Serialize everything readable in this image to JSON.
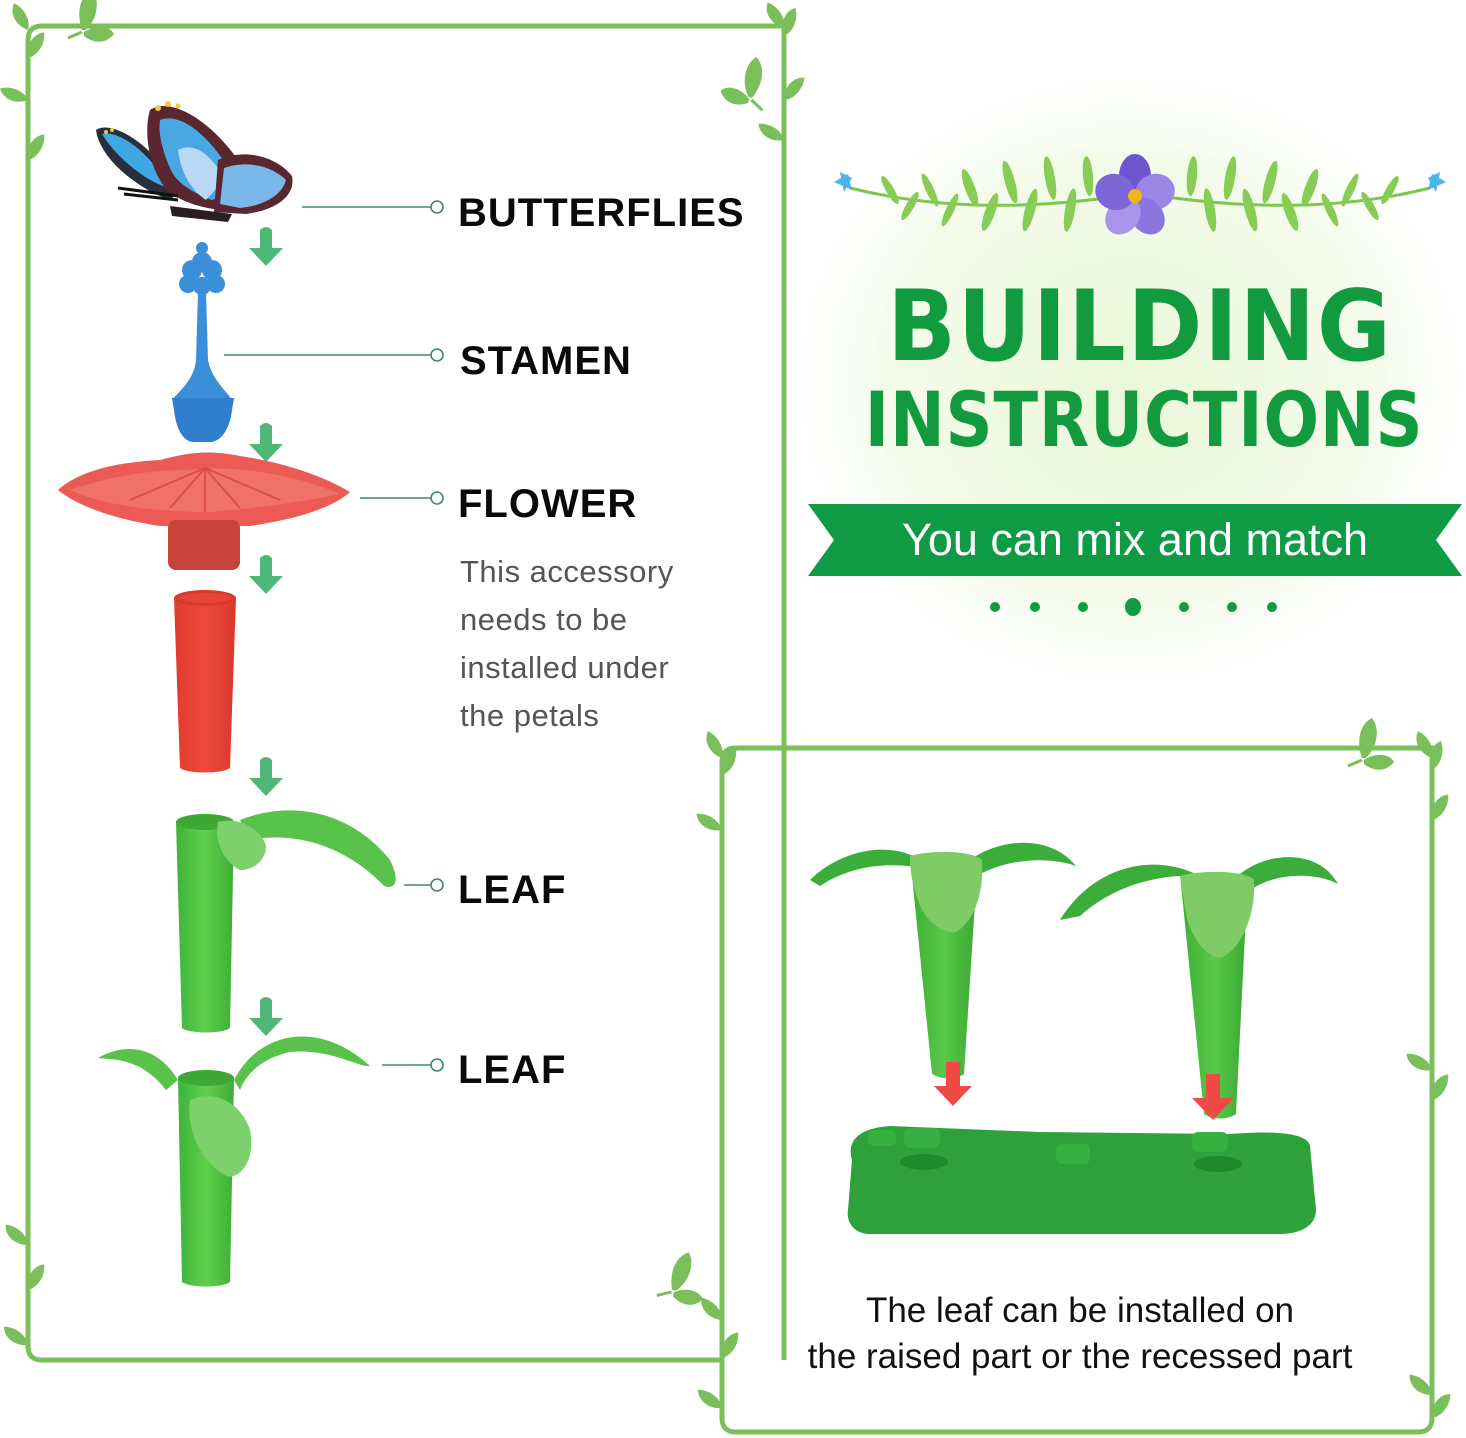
{
  "header": {
    "title_line1": "BUILDING",
    "title_line2": "INSTRUCTIONS",
    "banner": "You can mix and match",
    "pagination_dots": 7,
    "active_dot_index": 3
  },
  "parts": [
    {
      "label": "BUTTERFLIES",
      "icon": "butterfly-icon"
    },
    {
      "label": "STAMEN",
      "icon": "stamen-icon"
    },
    {
      "label": "FLOWER",
      "icon": "flower-icon"
    },
    {
      "label": "LEAF",
      "icon": "leaf-stem-icon"
    },
    {
      "label": "LEAF",
      "icon": "double-leaf-stem-icon"
    }
  ],
  "flower_note": [
    "This accessory",
    "needs to be",
    "installed under",
    "the petals"
  ],
  "base_caption": [
    "The leaf can be installed on",
    "the raised part or the recessed part"
  ],
  "colors": {
    "frame_green": "#7bbf5a",
    "title_green": "#129a3f",
    "banner_green": "#0f9b45",
    "arrow_green": "#4fb878",
    "arrow_red": "#ee4b45",
    "connector": "#3d8a6a",
    "flower_red": "#e8534f",
    "stamen_blue": "#3b8fd8"
  }
}
